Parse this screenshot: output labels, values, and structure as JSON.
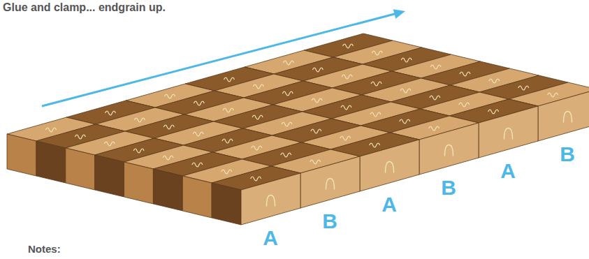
{
  "diagram": {
    "title": "Glue and clamp... endgrain up.",
    "labels": [
      "A",
      "B",
      "A",
      "B",
      "A",
      "B",
      "Notes:"
    ]
  }
}
